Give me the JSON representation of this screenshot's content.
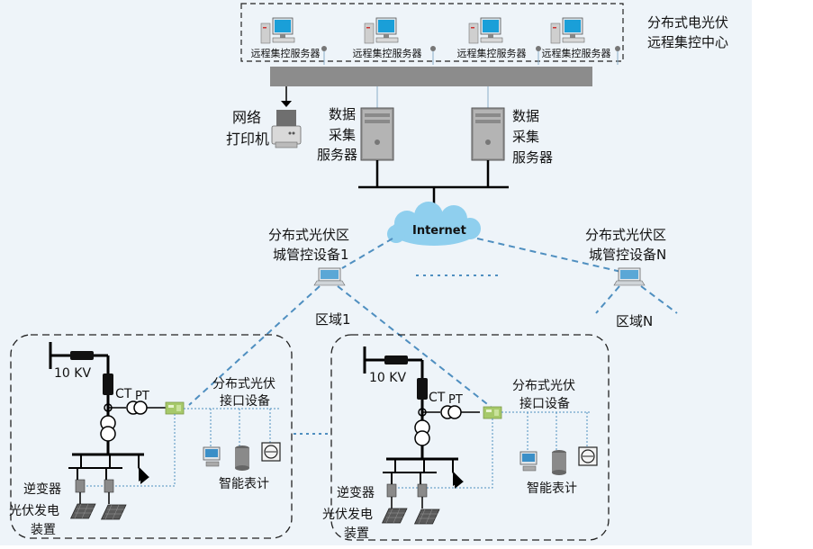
{
  "title": {
    "line1": "分布式电光伏",
    "line2": "远程集控中心"
  },
  "remote_servers": [
    "远程集控服务器",
    "远程集控服务器",
    "远程集控服务器",
    "远程集控服务器"
  ],
  "printer": {
    "line1": "网络",
    "line2": "打印机"
  },
  "data_servers": [
    {
      "line1": "数据",
      "line2": "采集",
      "line3": "服务器"
    },
    {
      "line1": "数据",
      "line2": "采集",
      "line3": "服务器"
    }
  ],
  "internet": "Internet",
  "region_devices": [
    {
      "line1": "分布式光伏区",
      "line2": "城管控设备1",
      "area": "区域1"
    },
    {
      "line1": "分布式光伏区",
      "line2": "城管控设备N",
      "area": "区域N"
    }
  ],
  "station": {
    "voltage": "10 KV",
    "ct": "CT",
    "pt": "PT",
    "interface": {
      "line1": "分布式光伏",
      "line2": "接口设备"
    },
    "meter": "智能表计",
    "inverter": "逆变器",
    "pv": {
      "line1": "光伏发电",
      "line2": "装置"
    }
  },
  "colors": {
    "background": "#eef4f9",
    "bus": "#8c8c8c",
    "link": "#4f8fc0",
    "cloud": "#8fcfee",
    "device": "#a6c96a"
  }
}
